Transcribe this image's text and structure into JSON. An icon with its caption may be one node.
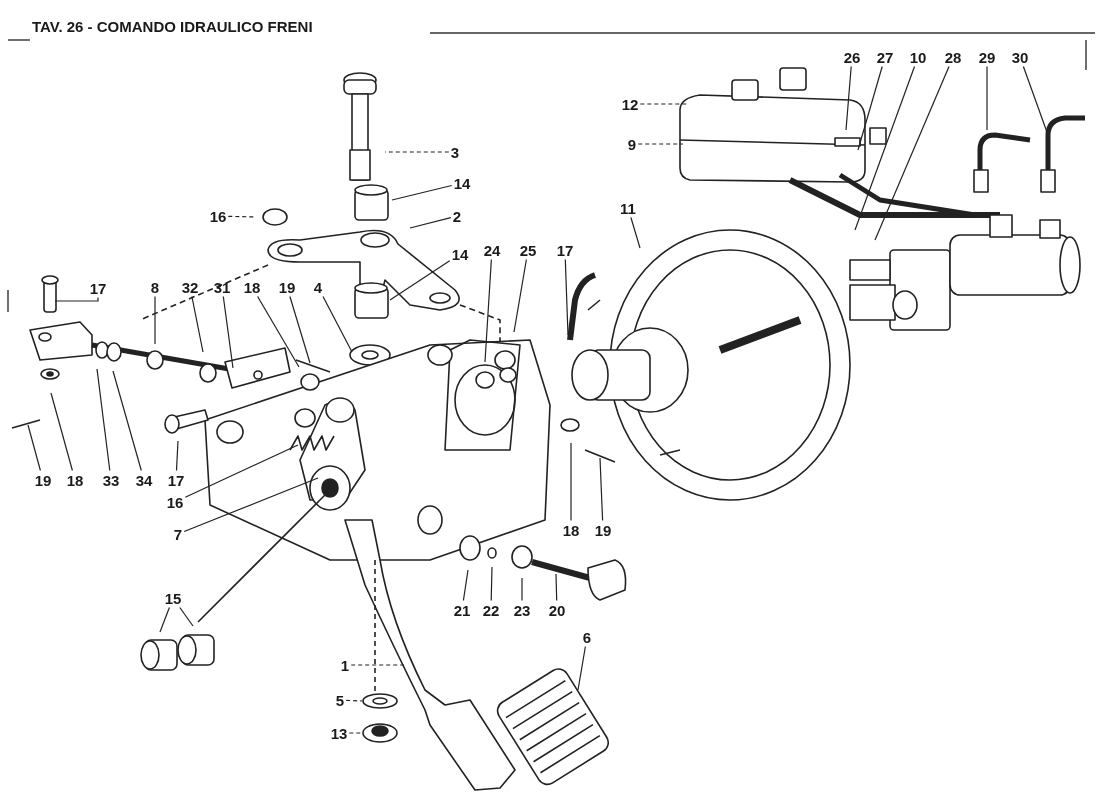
{
  "diagram": {
    "title": "TAV. 26 - COMANDO IDRAULICO FRENI",
    "nodes": [
      {
        "text": [
          "26"
        ]
      },
      {
        "text": [
          "27"
        ]
      },
      {
        "text": [
          "10"
        ]
      },
      {
        "text": [
          "28"
        ]
      },
      {
        "text": [
          "29"
        ]
      },
      {
        "text": [
          "30"
        ]
      },
      {
        "text": [
          "12"
        ]
      },
      {
        "text": [
          "9"
        ]
      },
      {
        "text": [
          "3"
        ]
      },
      {
        "text": [
          "14"
        ]
      },
      {
        "text": [
          "11"
        ]
      },
      {
        "text": [
          "16"
        ]
      },
      {
        "text": [
          "2"
        ]
      },
      {
        "text": [
          "24"
        ]
      },
      {
        "text": [
          "25"
        ]
      },
      {
        "text": [
          "17"
        ]
      },
      {
        "text": [
          "14"
        ]
      },
      {
        "text": [
          "17"
        ]
      },
      {
        "text": [
          "8"
        ]
      },
      {
        "text": [
          "32"
        ]
      },
      {
        "text": [
          "31"
        ]
      },
      {
        "text": [
          "18"
        ]
      },
      {
        "text": [
          "19"
        ]
      },
      {
        "text": [
          "4"
        ]
      },
      {
        "text": [
          "19"
        ]
      },
      {
        "text": [
          "18"
        ]
      },
      {
        "text": [
          "33"
        ]
      },
      {
        "text": [
          "34"
        ]
      },
      {
        "text": [
          "17"
        ]
      },
      {
        "text": [
          "16"
        ]
      },
      {
        "text": [
          "18"
        ]
      },
      {
        "text": [
          "19"
        ]
      },
      {
        "text": [
          "7"
        ]
      },
      {
        "text": [
          "15"
        ]
      },
      {
        "text": [
          "21"
        ]
      },
      {
        "text": [
          "22"
        ]
      },
      {
        "text": [
          "23"
        ]
      },
      {
        "text": [
          "20"
        ]
      },
      {
        "text": [
          "6"
        ]
      },
      {
        "text": [
          "1"
        ]
      },
      {
        "text": [
          "5"
        ]
      },
      {
        "text": [
          "13"
        ]
      }
    ],
    "edges": [
      {
        "from": 0,
        "to": null,
        "arrow": "none"
      },
      {
        "from": 1,
        "to": null,
        "arrow": "none"
      },
      {
        "from": 2,
        "to": null,
        "arrow": "none"
      },
      {
        "from": 3,
        "to": null,
        "arrow": "none"
      },
      {
        "from": 4,
        "to": null,
        "arrow": "none"
      },
      {
        "from": 5,
        "to": null,
        "arrow": "none"
      },
      {
        "from": 6,
        "to": null,
        "arrow": "none",
        "style": "dashed"
      },
      {
        "from": 7,
        "to": null,
        "arrow": "none",
        "style": "dashed"
      },
      {
        "from": 8,
        "to": null,
        "arrow": "none",
        "style": "dashed"
      },
      {
        "from": 9,
        "to": null,
        "arrow": "none"
      },
      {
        "from": 10,
        "to": null,
        "arrow": "none"
      },
      {
        "from": 11,
        "to": null,
        "arrow": "none",
        "style": "dashed"
      },
      {
        "from": 12,
        "to": null,
        "arrow": "none"
      },
      {
        "from": 13,
        "to": null,
        "arrow": "none"
      },
      {
        "from": 14,
        "to": null,
        "arrow": "none"
      },
      {
        "from": 15,
        "to": null,
        "arrow": "none"
      },
      {
        "from": 16,
        "to": null,
        "arrow": "none"
      },
      {
        "from": 17,
        "to": null,
        "arrow": "none"
      },
      {
        "from": 18,
        "to": null,
        "arrow": "none"
      },
      {
        "from": 19,
        "to": null,
        "arrow": "none"
      },
      {
        "from": 20,
        "to": null,
        "arrow": "none"
      },
      {
        "from": 21,
        "to": null,
        "arrow": "none"
      },
      {
        "from": 22,
        "to": null,
        "arrow": "none"
      },
      {
        "from": 23,
        "to": null,
        "arrow": "none"
      },
      {
        "from": 24,
        "to": null,
        "arrow": "none"
      },
      {
        "from": 25,
        "to": null,
        "arrow": "none"
      },
      {
        "from": 26,
        "to": null,
        "arrow": "none"
      },
      {
        "from": 27,
        "to": null,
        "arrow": "none"
      },
      {
        "from": 28,
        "to": null,
        "arrow": "none"
      },
      {
        "from": 29,
        "to": null,
        "arrow": "none"
      },
      {
        "from": 30,
        "to": null,
        "arrow": "none"
      },
      {
        "from": 31,
        "to": null,
        "arrow": "none"
      },
      {
        "from": 32,
        "to": null,
        "arrow": "none"
      },
      {
        "from": 33,
        "to": null,
        "arrow": "none"
      },
      {
        "from": 33,
        "to": null,
        "arrow": "none"
      },
      {
        "from": 34,
        "to": null,
        "arrow": "none"
      },
      {
        "from": 35,
        "to": null,
        "arrow": "none"
      },
      {
        "from": 36,
        "to": null,
        "arrow": "none"
      },
      {
        "from": 37,
        "to": null,
        "arrow": "none"
      },
      {
        "from": 38,
        "to": null,
        "arrow": "none"
      },
      {
        "from": 39,
        "to": null,
        "arrow": "none",
        "style": "dashed"
      },
      {
        "from": 40,
        "to": null,
        "arrow": "none",
        "style": "dashed"
      },
      {
        "from": 41,
        "to": null,
        "arrow": "none",
        "style": "dashed"
      }
    ]
  }
}
